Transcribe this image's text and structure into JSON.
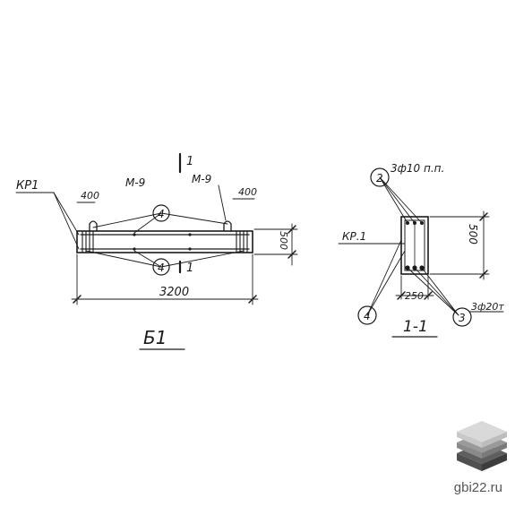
{
  "elevation": {
    "label": "Б1",
    "cage_tag": "КР1",
    "loop_left": "М-9",
    "loop_right": "М-9",
    "section_mark_top": "1",
    "section_mark_bottom": "1",
    "dim_left_offset": "400",
    "dim_right_offset": "400",
    "dim_length": "3200",
    "dim_height": "500",
    "callout_top": "4",
    "callout_bottom": "4"
  },
  "section": {
    "label": "1-1",
    "cage_tag": "КР.1",
    "dim_height": "500",
    "dim_width": "250",
    "callout_top": "2",
    "callout_top_spec": "3ф10 п.п.",
    "callout_bottom_left": "4",
    "callout_bottom_right": "3",
    "callout_bottom_right_spec": "3ф20т"
  },
  "watermark": {
    "site": "gbi22.ru",
    "colors": {
      "top": "#d9d9d9",
      "middle": "#9a9a9a",
      "bottom": "#5f5f5f"
    }
  }
}
